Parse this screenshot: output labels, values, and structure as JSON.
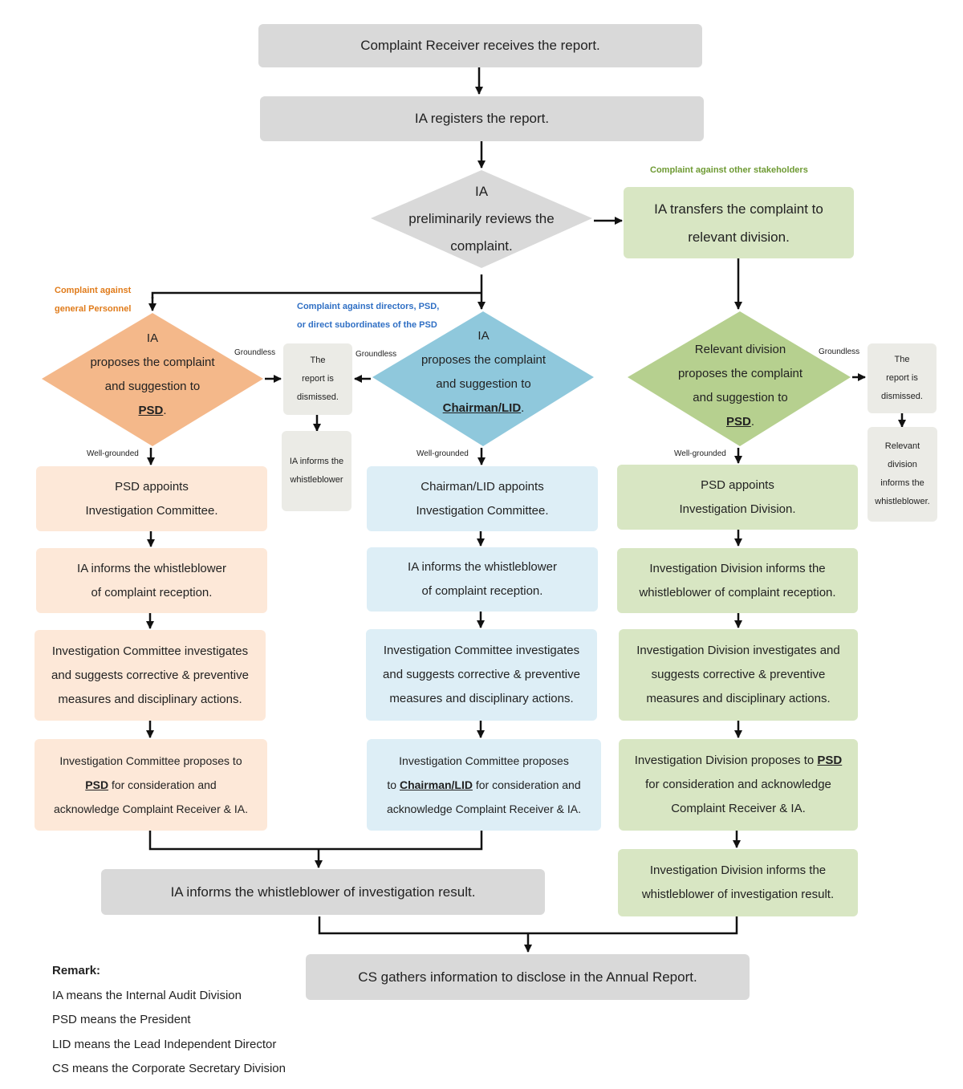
{
  "top": {
    "receive": "Complaint Receiver receives the report.",
    "register": "IA registers the report.",
    "review_lines": [
      "IA",
      "preliminarily reviews the",
      "complaint."
    ]
  },
  "notes": {
    "stakeholders": "Complaint against other stakeholders",
    "personnel_lines": [
      "Complaint against",
      "general Personnel"
    ],
    "directors_lines": [
      "Complaint against directors, PSD,",
      "or direct subordinates of the PSD"
    ]
  },
  "labels": {
    "groundless": "Groundless",
    "well_grounded": "Well-grounded"
  },
  "transfer_lines": [
    "IA transfers the complaint to",
    "relevant division."
  ],
  "dismissed_lines": [
    "The",
    "report is",
    "dismissed."
  ],
  "left": {
    "diamond_lines": [
      "IA",
      "proposes the complaint",
      "and suggestion to"
    ],
    "diamond_target": "PSD",
    "appoint_lines": [
      "PSD appoints",
      "Investigation Committee."
    ],
    "inform_lines": [
      "IA informs the whistleblower",
      "of complaint reception."
    ],
    "investigate_lines": [
      "Investigation Committee investigates",
      "and suggests corrective & preventive",
      "measures and disciplinary actions."
    ],
    "propose_line1": "Investigation Committee proposes to",
    "propose_target": "PSD",
    "propose_line2_rest": "for consideration and",
    "propose_line3": "acknowledge Complaint Receiver & IA."
  },
  "middle": {
    "diamond_lines": [
      "IA",
      "proposes the complaint",
      "and suggestion to"
    ],
    "diamond_target": "Chairman/LID",
    "appoint_lines": [
      "Chairman/LID appoints",
      "Investigation Committee."
    ],
    "inform_lines": [
      "IA informs the whistleblower",
      "of complaint reception."
    ],
    "investigate_lines": [
      "Investigation Committee investigates",
      "and suggests corrective & preventive",
      "measures and disciplinary actions."
    ],
    "propose_line1": "Investigation Committee proposes",
    "propose_prefix": "to",
    "propose_target": "Chairman/LID",
    "propose_line2_rest": "for consideration and",
    "propose_line3": "acknowledge Complaint Receiver & IA."
  },
  "ia_informs_lines": [
    "IA informs the",
    "whistleblower"
  ],
  "right": {
    "diamond_lines": [
      "Relevant division",
      "proposes the complaint",
      "and suggestion to"
    ],
    "diamond_target": "PSD",
    "appoint_lines": [
      "PSD appoints",
      "Investigation Division."
    ],
    "inform_lines": [
      "Investigation Division informs the",
      "whistleblower of complaint reception."
    ],
    "investigate_lines": [
      "Investigation Division investigates and",
      "suggests corrective & preventive",
      "measures and disciplinary actions."
    ],
    "propose_line1_pre": "Investigation Division proposes to",
    "propose_target": "PSD",
    "propose_line2": "for consideration and acknowledge",
    "propose_line3": "Complaint Receiver & IA.",
    "result_lines": [
      "Investigation Division informs the",
      "whistleblower of investigation result."
    ],
    "division_informs_lines": [
      "Relevant",
      "division",
      "informs the",
      "whistleblower."
    ]
  },
  "bottom": {
    "result": "IA informs the whistleblower of investigation result.",
    "cs": "CS gathers information to disclose in the Annual Report."
  },
  "remark": {
    "title": "Remark:",
    "lines": [
      "IA means the Internal Audit Division",
      "PSD means the President",
      "LID means the Lead Independent Director",
      "CS means the Corporate Secretary Division"
    ]
  },
  "colors": {
    "grey": "#d9d9d9",
    "orange": "#f4b88a",
    "blue": "#8fc8dc",
    "green": "#b6d08f",
    "note_orange": "#e07b1a",
    "note_blue": "#2f6fc4",
    "note_green": "#6e9a33"
  }
}
